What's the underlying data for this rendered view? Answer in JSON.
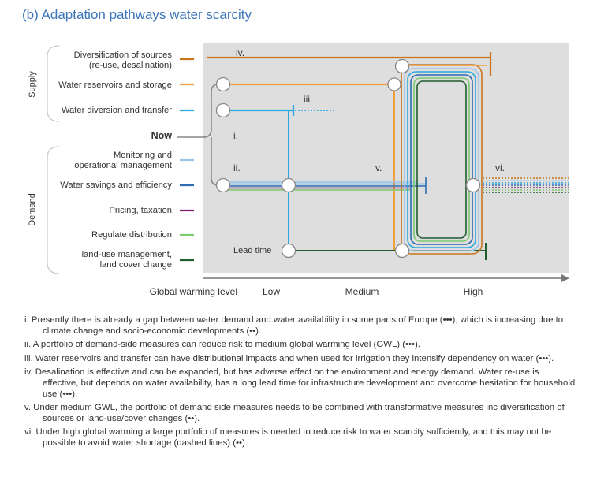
{
  "title": "(b) Adaptation pathways water scarcity",
  "groups": {
    "supply": "Supply",
    "demand": "Demand"
  },
  "now_label": "Now",
  "measures": [
    {
      "id": "diversification",
      "line1": "Diversification of sources",
      "line2": "(re-use, desalination)",
      "color": "#c8741c"
    },
    {
      "id": "reservoirs",
      "line1": "Water reservoirs and storage",
      "line2": "",
      "color": "#f0a040"
    },
    {
      "id": "diversion",
      "line1": "Water diversion and transfer",
      "line2": "",
      "color": "#29a9e0"
    },
    {
      "id": "monitoring",
      "line1": "Monitoring and",
      "line2": "operational management",
      "color": "#9ec4e8"
    },
    {
      "id": "savings",
      "line1": "Water savings and efficiency",
      "line2": "",
      "color": "#2f6cb3"
    },
    {
      "id": "pricing",
      "line1": "Pricing, taxation",
      "line2": "",
      "color": "#7a1f6e"
    },
    {
      "id": "regulate",
      "line1": "Regulate distribution",
      "line2": "",
      "color": "#7dc96e"
    },
    {
      "id": "landuse",
      "line1": "land-use management,",
      "line2": "land cover change",
      "color": "#1f5c2e"
    }
  ],
  "roman": {
    "i": "i.",
    "ii": "ii.",
    "iii": "iii.",
    "iv": "iv.",
    "v": "v.",
    "vi": "vi."
  },
  "lead_time": "Lead time",
  "xaxis": {
    "label": "Global warming level",
    "low": "Low",
    "medium": "Medium",
    "high": "High"
  },
  "notes": [
    "i. Presently there is already a gap between water demand and water availability in some parts of Europe (•••), which is increasing due to climate change and socio-economic developments (••).",
    "ii. A portfolio of demand-side measures can reduce risk to medium global warming level (GWL) (•••).",
    "iii. Water reservoirs and transfer can have distributional impacts and when used for irrigation they intensify dependency on water (•••).",
    "iv. Desalination is effective and can be expanded, but has adverse effect on the environment and energy demand. Water re-use is effective, but depends on water availability, has a long lead time for infrastructure development and overcome hesitation for household use (•••).",
    "v. Under medium GWL, the portfolio of demand side measures needs to be combined with transformative measures inc diversification of sources or land-use/cover changes (••).",
    "vi. Under high global warming a large portfolio of measures is needed to reduce risk to water scarcity sufficiently, and this may not be possible to avoid water shortage (dashed lines) (••)."
  ]
}
